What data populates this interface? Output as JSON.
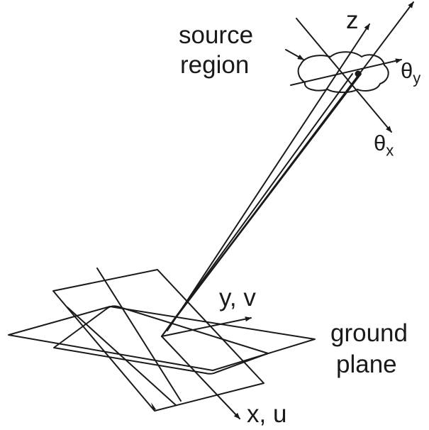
{
  "labels": {
    "source_line1": "source",
    "source_line2": "region",
    "z_axis": "z",
    "theta_y_symbol": "θ",
    "theta_y_sub": "y",
    "theta_x_symbol": "θ",
    "theta_x_sub": "x",
    "y_axis": "y, v",
    "x_axis": "x, u",
    "ground_line1": "ground",
    "ground_line2": "plane"
  },
  "colors": {
    "ink": "#1a1a1a",
    "background": "#ffffff"
  }
}
